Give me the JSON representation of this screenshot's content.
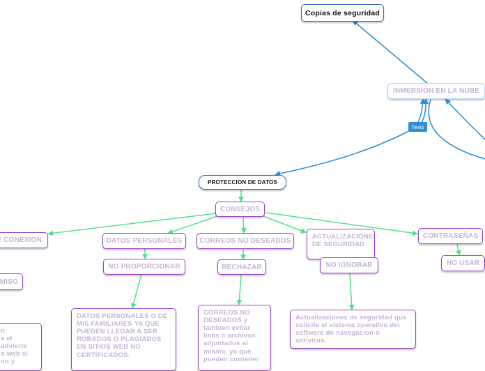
{
  "colors": {
    "blue_link": "#2f8fd9",
    "green_link": "#54e08a",
    "node_border": "#9b3fc6",
    "root_border": "#3a66cf",
    "node_text": "#c4b4d8",
    "tag_bg": "#2d8fd6"
  },
  "nodes": {
    "copias": "Copias de seguridad",
    "nube": "INMERSIÓN EN LA NUBE",
    "proteccion": "PROTECCION DE DATOS",
    "consejos": "CONSEJOS",
    "conexion": "E CONEXION",
    "datos_personales": "DATOS PERSONALES",
    "correos": "CORREOS NO DESEADOS",
    "actualizaciones": "ACTUALIZACIONES DE SEGURIDAD",
    "contrasenas": "CONTRASEÑAS",
    "miso": "MISO",
    "no_proporcionar": "NO PROPORCIONAR",
    "rechazar": "RECHAZAR",
    "no_ignorar": "NO IGNORAR",
    "no_usar": "NO USAR",
    "datos_desc": "DATOS PERSONALES O DE MIS FAMILIARES YA QUE PUEDEN LLEGAR A SER ROBADOS O PLAGIADOS EN SITIOS WEB NO CERTIFICADOS.",
    "correos_desc": "CORREOS NO DESEADOS y tambien evitar links o archivos adjuntados al mismo, ya que pueden contener",
    "actualizaciones_desc": "Actualizaciones de seguridad que solicite el sistema operativo del software de navegacion o antivirus.",
    "left_desc": "n\ns el\n advierte\no web si\nno y"
  },
  "tag": "Texto"
}
